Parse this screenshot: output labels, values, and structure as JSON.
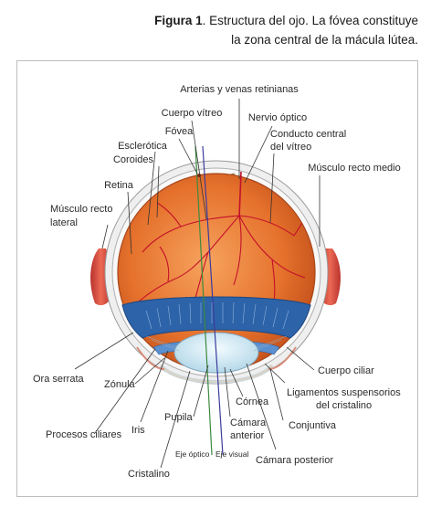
{
  "caption": {
    "figure": "Figura 1",
    "text": ". Estructura del ojo. La fóvea constituye",
    "line2": "la zona central de la mácula lútea."
  },
  "labels": {
    "arterias": "Arterias y venas retinianas",
    "cuerpo_vitreo": "Cuerpo vítreo",
    "nervio_optico": "Nervio óptico",
    "fovea": "Fóvea",
    "conducto_1": "Conducto central",
    "conducto_2": "del vítreo",
    "esclerotica": "Esclerótica",
    "coroides": "Coroides",
    "musculo_recto_medio": "Músculo recto medio",
    "retina": "Retina",
    "musculo_lateral_1": "Músculo recto",
    "musculo_lateral_2": "lateral",
    "ora_serrata": "Ora serrata",
    "cuerpo_ciliar": "Cuerpo ciliar",
    "ligamentos_1": "Ligamentos suspensorios",
    "ligamentos_2": "del cristalino",
    "zonula": "Zónula",
    "cornea": "Córnea",
    "procesos_ciliares": "Procesos ciliares",
    "iris": "Iris",
    "pupila": "Pupila",
    "camara_anterior_1": "Cámara",
    "camara_anterior_2": "anterior",
    "conjuntiva": "Conjuntiva",
    "eje_optico": "Eje óptico",
    "eje_visual": "Eje visual",
    "camara_posterior": "Cámara posterior",
    "cristalino": "Cristalino"
  },
  "colors": {
    "retina_orange": "#e8742e",
    "sclera": "#ececec",
    "ciliary_blue": "#2d63a8",
    "lens": "#d6ecf4",
    "muscle_red": "#d9473e",
    "vessel": "#c3102a",
    "optic_nerve": "#f3dca0",
    "optical_axis": "#3b8a3e",
    "visual_axis": "#3b3b9e"
  }
}
